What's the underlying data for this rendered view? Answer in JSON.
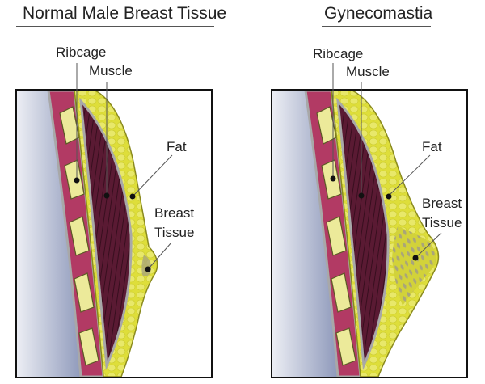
{
  "panels": [
    {
      "title": "Normal Male Breast Tissue",
      "labels": {
        "ribcage": "Ribcage",
        "muscle": "Muscle",
        "fat": "Fat",
        "breast_tissue_line1": "Breast",
        "breast_tissue_line2": "Tissue"
      }
    },
    {
      "title": "Gynecomastia",
      "labels": {
        "ribcage": "Ribcage",
        "muscle": "Muscle",
        "fat": "Fat",
        "breast_tissue_line1": "Breast",
        "breast_tissue_line2": "Tissue"
      }
    }
  ],
  "colors": {
    "chest_wall_dark": "#3d5589",
    "chest_wall_light": "#e8eaf2",
    "rib_muscle": "#b23a64",
    "rib_bone": "#ecea9a",
    "muscle": "#5a1a33",
    "fat": "#dede3a",
    "fat_outline": "#8a8a1e",
    "gland": "#a9a57a",
    "membrane": "#a8a8a8",
    "frame": "#111111"
  }
}
